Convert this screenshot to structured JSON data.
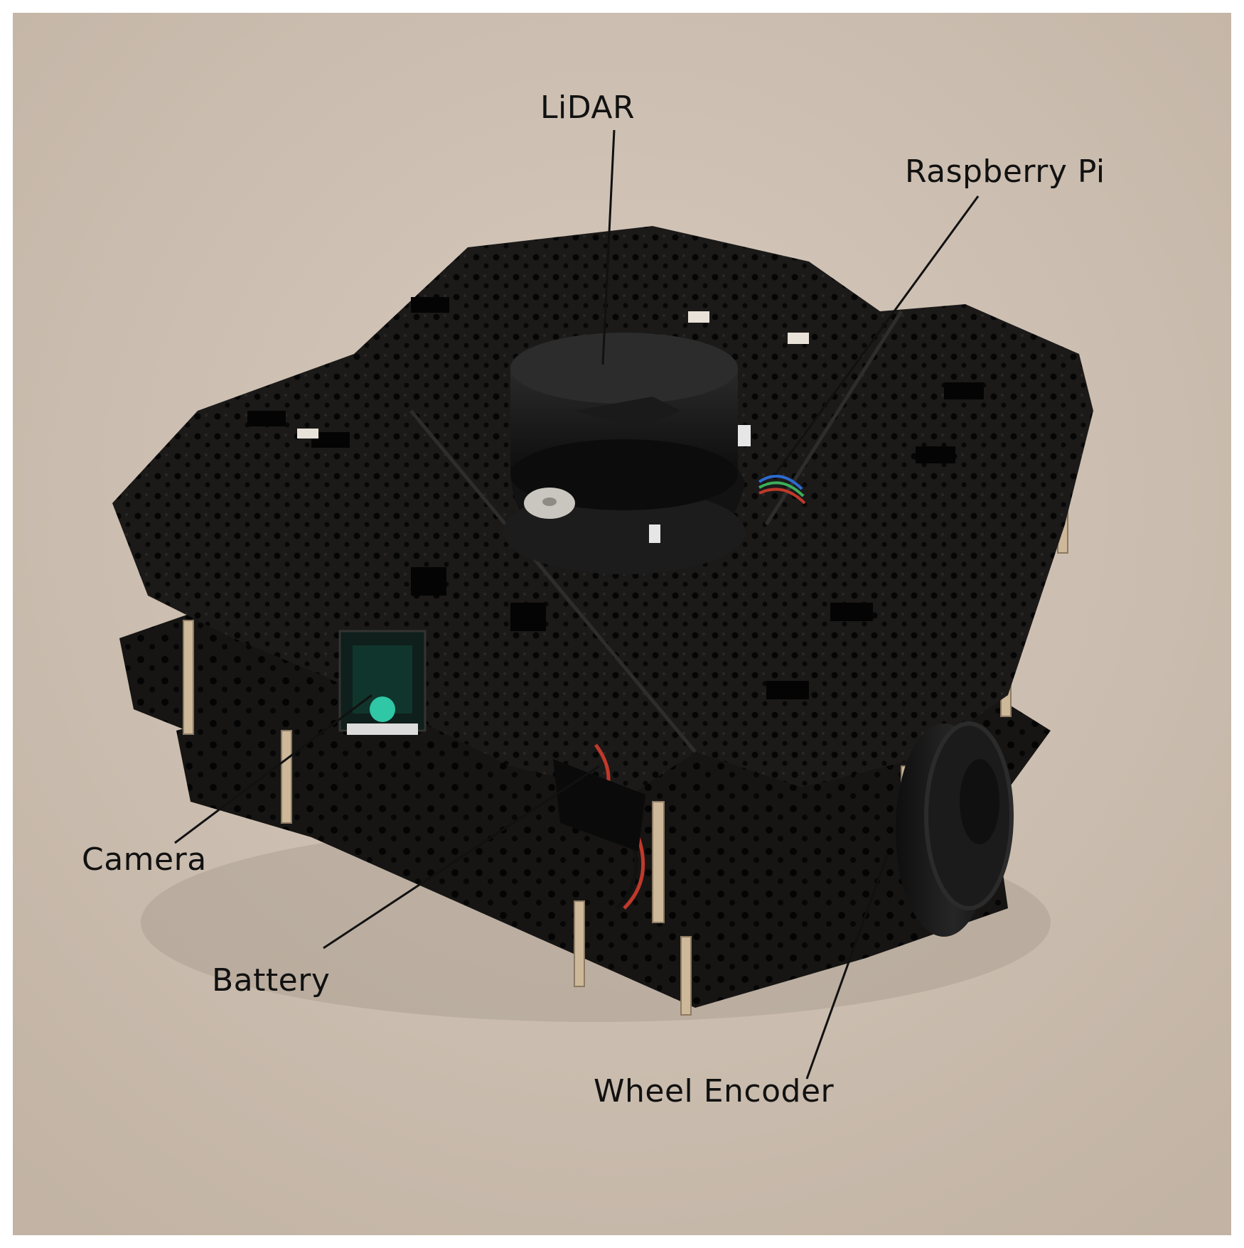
{
  "labels": {
    "lidar": "LiDAR",
    "raspberry_pi": "Raspberry Pi",
    "camera": "Camera",
    "battery": "Battery",
    "wheel_encoder": "Wheel Encoder"
  },
  "colors": {
    "floor": "#cdbfb1",
    "robot_plate": "#1b1a19",
    "standoff": "#cdb89a",
    "leader_line": "#111111",
    "camera_accent": "#2fc7a6",
    "wire_red": "#c0392b"
  }
}
